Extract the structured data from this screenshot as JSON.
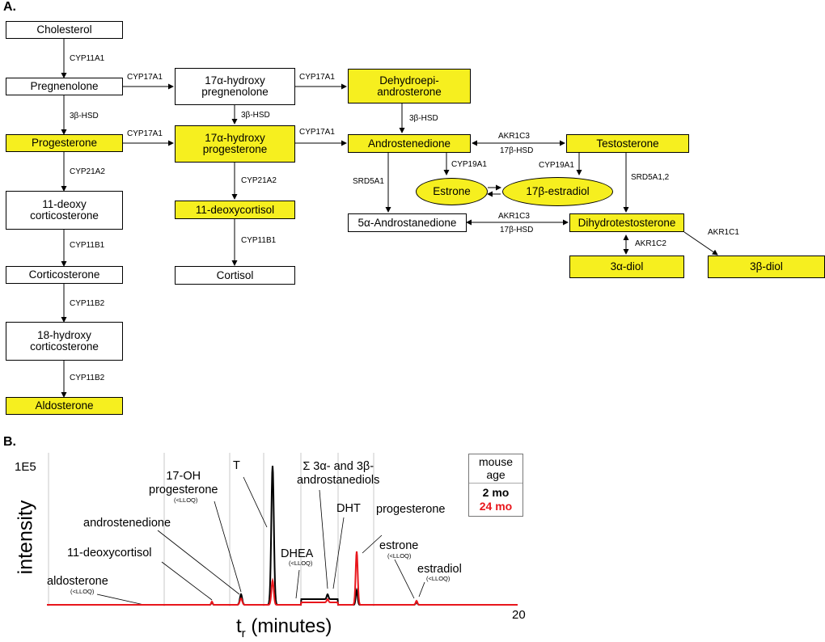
{
  "panels": {
    "a": "A.",
    "b": "B."
  },
  "pathway": {
    "cholesterol": "Cholesterol",
    "pregnenolone": "Pregnenolone",
    "progesterone": "Progesterone",
    "deoxycorticosterone": "11-deoxy\ncorticosterone",
    "corticosterone": "Corticosterone",
    "hydroxycorticosterone": "18-hydroxy\ncorticosterone",
    "aldosterone": "Aldosterone",
    "hydroxypregnenolone": "17α-hydroxy\npregnenolone",
    "hydroxyprogesterone": "17α-hydroxy\nprogesterone",
    "deoxycortisol": "11-deoxycortisol",
    "cortisol": "Cortisol",
    "dhea": "Dehydroepi-\nandrosterone",
    "androstenedione": "Androstenedione",
    "testosterone": "Testosterone",
    "estrone": "Estrone",
    "estradiol": "17β-estradiol",
    "androstanedione": "5α-Androstanedione",
    "dht": "Dihydrotestosterone",
    "diol3a": "3α-diol",
    "diol3b": "3β-diol"
  },
  "enzymes": {
    "cyp11a1": "CYP11A1",
    "hsd_a": "3β-HSD",
    "cyp21a2_a": "CYP21A2",
    "cyp11b1_a": "CYP11B1",
    "cyp11b2_a": "CYP11B2",
    "cyp11b2_b": "CYP11B2",
    "cyp17a1_a": "CYP17A1",
    "cyp17a1_b": "CYP17A1",
    "cyp17a1_c": "CYP17A1",
    "cyp17a1_d": "CYP17A1",
    "hsd_b": "3β-HSD",
    "hsd_c": "3β-HSD",
    "cyp21a2_b": "CYP21A2",
    "cyp11b1_b": "CYP11B1",
    "akr1c3_a": "AKR1C3",
    "hsd17_a": "17β-HSD",
    "cyp19a1_a": "CYP19A1",
    "cyp19a1_b": "CYP19A1",
    "srd5a1": "SRD5A1",
    "srd5a12": "SRD5A1,2",
    "akr1c3_b": "AKR1C3",
    "hsd17_b": "17β-HSD",
    "akr1c2": "AKR1C2",
    "akr1c1": "AKR1C1"
  },
  "chromatogram": {
    "ytick": "1E5",
    "ylabel": "intensity",
    "xlabel_t": "t",
    "xlabel_sub": "r",
    "xlabel_rest": " (minutes)",
    "xtick_end": "20",
    "labels": {
      "aldosterone": "aldosterone",
      "deoxycortisol": "11-deoxycortisol",
      "androstenedione": "androstenedione",
      "ohprog": "17-OH\nprogesterone",
      "t": "T",
      "dhea": "DHEA",
      "diols": "Σ 3α- and 3β-\nandrostanediols",
      "dht": "DHT",
      "progesterone": "progesterone",
      "estrone": "estrone",
      "estradiol": "estradiol",
      "lloq": "(<LLOQ)"
    },
    "legend": {
      "title": "mouse\nage",
      "series1": "2 mo",
      "series2": "24 mo"
    },
    "colors": {
      "series1": "#000000",
      "series2": "#e8161c",
      "grid": "#c8c8c8"
    }
  }
}
